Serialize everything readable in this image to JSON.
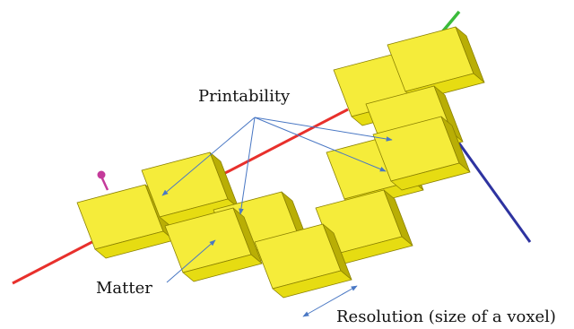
{
  "labels": {
    "printability": "Printability",
    "matter": "Matter",
    "resolution": "Resolution (size of a voxel)"
  },
  "colors": {
    "voxel_top": "#f5ec3a",
    "voxel_front": "#e6dc12",
    "voxel_side": "#b9ae05",
    "voxel_edge": "#8a8000",
    "x_axis": "#e8302c",
    "y_axis": "#3bbb3b",
    "z_axis": "#2e33a0",
    "origin_marker": "#c43a9a",
    "annotation_arrow": "#4a78c4"
  },
  "icons": [
    "axis-origin-marker-icon"
  ]
}
